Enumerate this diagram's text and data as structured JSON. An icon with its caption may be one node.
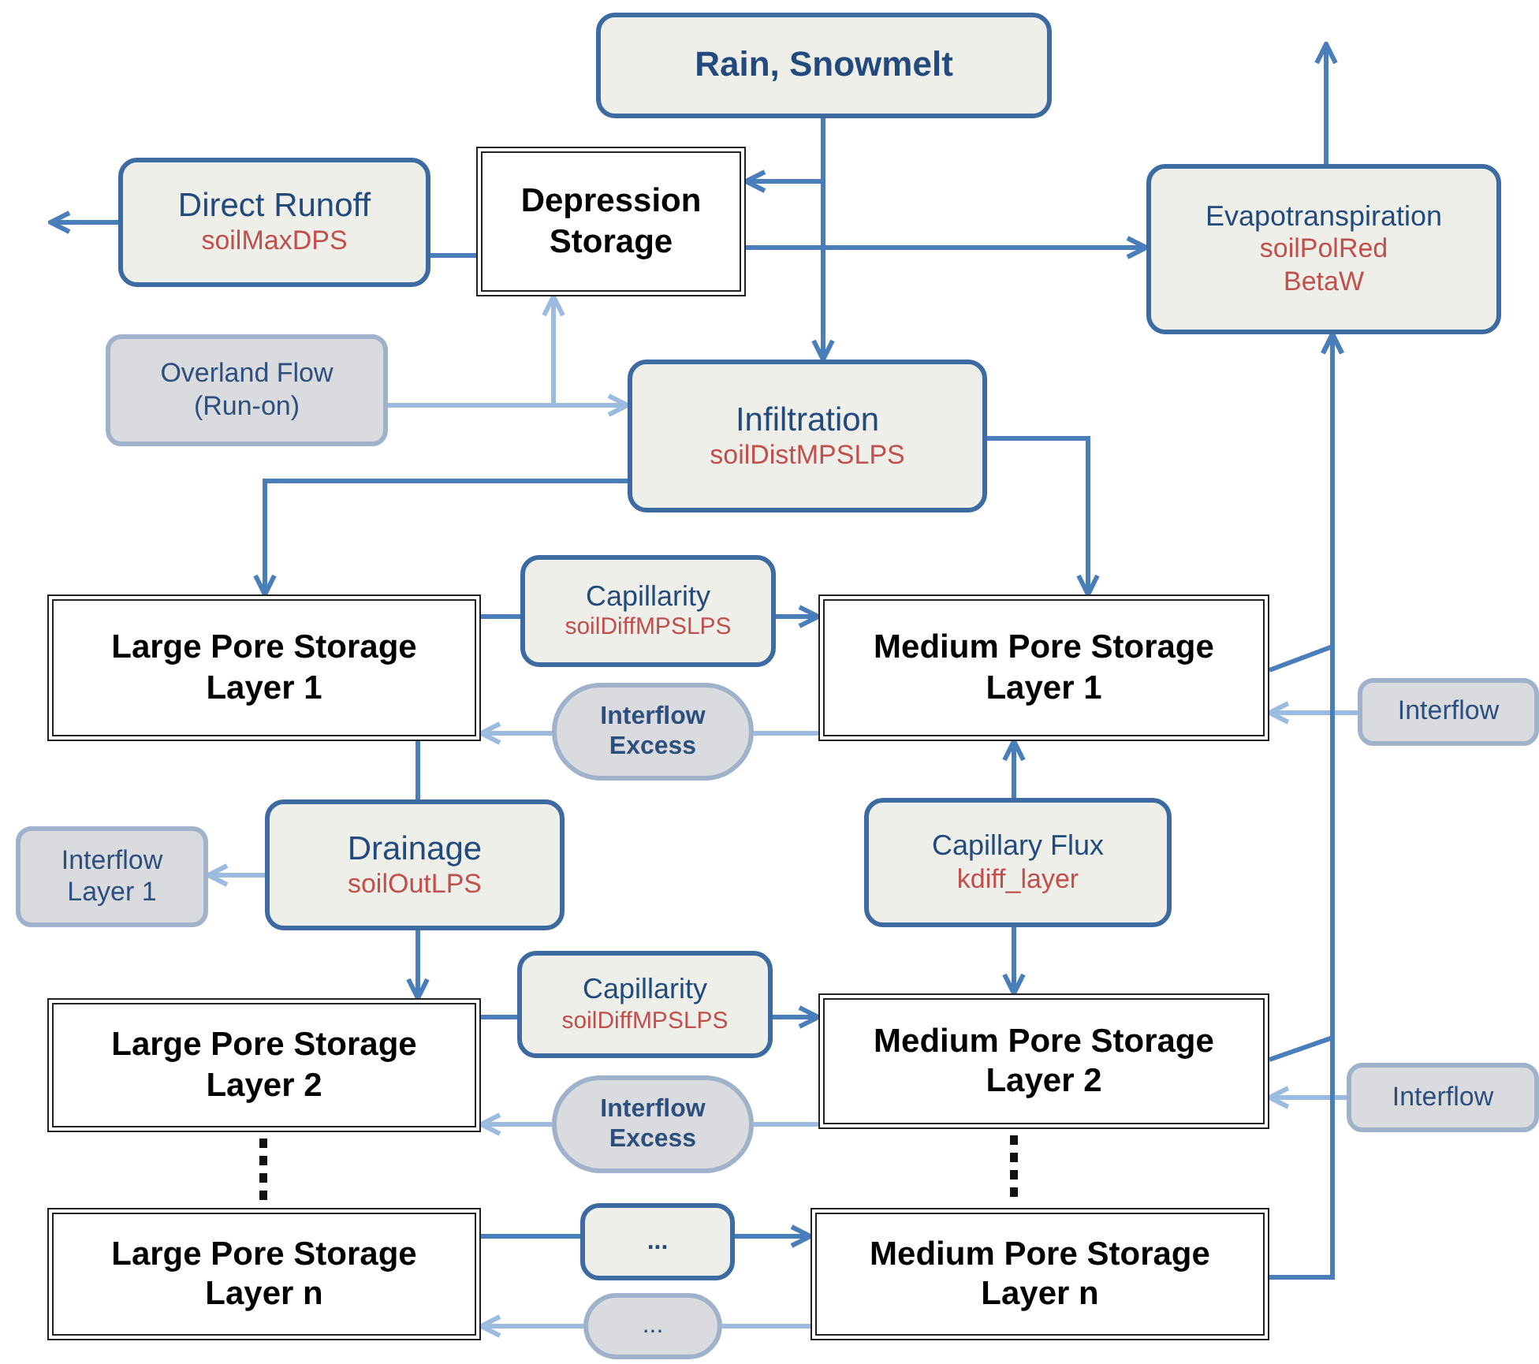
{
  "diagram": {
    "nodes": [
      {
        "text": [
          "Rain, Snowmelt"
        ]
      },
      {
        "text": [
          "Direct Runoff",
          "soilMaxDPS"
        ]
      },
      {
        "text": [
          "Depression Storage"
        ]
      },
      {
        "text": [
          "Evapotranspiration",
          "soilPolRed",
          "BetaW"
        ]
      },
      {
        "text": [
          "Overland Flow (Run-on)"
        ]
      },
      {
        "text": [
          "Infiltration",
          "soilDistMPSLPS"
        ]
      },
      {
        "text": [
          "Large Pore Storage Layer 1"
        ]
      },
      {
        "text": [
          "Capillarity",
          "soilDiffMPSLPS"
        ]
      },
      {
        "text": [
          "Medium Pore Storage Layer 1"
        ]
      },
      {
        "text": [
          "Interflow Excess"
        ]
      },
      {
        "text": [
          "Interflow"
        ]
      },
      {
        "text": [
          "Drainage",
          "soilOutLPS"
        ]
      },
      {
        "text": [
          "Interflow Layer 1"
        ]
      },
      {
        "text": [
          "Capillary Flux",
          "kdiff_layer"
        ]
      },
      {
        "text": [
          "Large Pore Storage Layer 2"
        ]
      },
      {
        "text": [
          "Capillarity",
          "soilDiffMPSLPS"
        ]
      },
      {
        "text": [
          "Medium Pore Storage Layer 2"
        ]
      },
      {
        "text": [
          "Interflow Excess"
        ]
      },
      {
        "text": [
          "Interflow"
        ]
      },
      {
        "text": [
          "Large Pore Storage Layer n"
        ]
      },
      {
        "text": [
          "..."
        ]
      },
      {
        "text": [
          "Medium Pore Storage Layer n"
        ]
      },
      {
        "text": [
          "..."
        ]
      }
    ],
    "edges": [
      {
        "from": 0,
        "to": 2,
        "arrow": "to"
      },
      {
        "from": 0,
        "to": 5,
        "arrow": "to"
      },
      {
        "from": 2,
        "to": 1,
        "arrow": "none"
      },
      {
        "from": 1,
        "to": null,
        "arrow": "to"
      },
      {
        "from": 2,
        "to": 3,
        "arrow": "to"
      },
      {
        "from": 3,
        "to": null,
        "arrow": "to"
      },
      {
        "from": 4,
        "to": 5,
        "arrow": "to",
        "color": "#9dbbe0"
      },
      {
        "from": 4,
        "to": 2,
        "arrow": "to",
        "color": "#9dbbe0"
      },
      {
        "from": 5,
        "to": 6,
        "arrow": "to"
      },
      {
        "from": 5,
        "to": 8,
        "arrow": "to"
      },
      {
        "from": 6,
        "to": 7,
        "arrow": "none"
      },
      {
        "from": 7,
        "to": 8,
        "arrow": "to"
      },
      {
        "from": 8,
        "to": 9,
        "arrow": "none",
        "color": "#9dbbe0"
      },
      {
        "from": 9,
        "to": 6,
        "arrow": "to",
        "color": "#9dbbe0"
      },
      {
        "from": 10,
        "to": 8,
        "arrow": "to",
        "color": "#9dbbe0"
      },
      {
        "from": 8,
        "to": 3,
        "arrow": "to"
      },
      {
        "from": 6,
        "to": 11,
        "arrow": "none"
      },
      {
        "from": 11,
        "to": 14,
        "arrow": "to"
      },
      {
        "from": 11,
        "to": 12,
        "arrow": "to",
        "color": "#9dbbe0"
      },
      {
        "from": 13,
        "to": 8,
        "arrow": "to"
      },
      {
        "from": 13,
        "to": 16,
        "arrow": "to"
      },
      {
        "from": 14,
        "to": 15,
        "arrow": "none"
      },
      {
        "from": 15,
        "to": 16,
        "arrow": "to"
      },
      {
        "from": 16,
        "to": 17,
        "arrow": "none",
        "color": "#9dbbe0"
      },
      {
        "from": 17,
        "to": 14,
        "arrow": "to",
        "color": "#9dbbe0"
      },
      {
        "from": 18,
        "to": 16,
        "arrow": "to",
        "color": "#9dbbe0"
      },
      {
        "from": 16,
        "to": 3,
        "arrow": "to"
      },
      {
        "from": 19,
        "to": 20,
        "arrow": "none"
      },
      {
        "from": 20,
        "to": 21,
        "arrow": "to"
      },
      {
        "from": 21,
        "to": 22,
        "arrow": "none",
        "color": "#9dbbe0"
      },
      {
        "from": 22,
        "to": 19,
        "arrow": "to",
        "color": "#9dbbe0"
      },
      {
        "from": 21,
        "to": 3,
        "arrow": "to"
      }
    ]
  }
}
